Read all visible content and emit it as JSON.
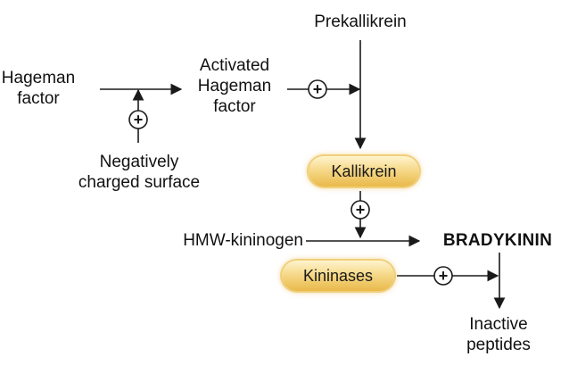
{
  "nodes": {
    "hageman_factor": [
      "Hageman",
      "factor"
    ],
    "activated_hageman_factor": [
      "Activated",
      "Hageman",
      "factor"
    ],
    "prekallikrein": "Prekallikrein",
    "negatively_charged_surface": [
      "Negatively",
      "charged surface"
    ],
    "kallikrein": "Kallikrein",
    "hmw_kininogen": "HMW-kininogen",
    "bradykinin": "BRADYKININ",
    "kininases": "Kininases",
    "inactive_peptides": [
      "Inactive",
      "peptides"
    ]
  },
  "symbols": {
    "activation": "+"
  },
  "colors": {
    "pill_light": "#fff4cf",
    "pill_mid": "#f6d98a",
    "pill_dark": "#e9b94a",
    "line": "#1a1a1a"
  }
}
